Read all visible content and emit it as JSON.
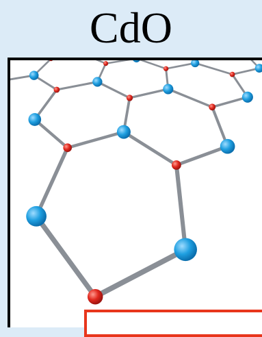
{
  "title": "CdO",
  "lattice": {
    "type": "hexagonal monolayer",
    "large_atom": "blue",
    "small_atom": "red",
    "colors": {
      "background": "#dcebf7",
      "panel": "#ffffff",
      "border": "#000000",
      "bond": "#8a8f96",
      "cd_atom": "#1f9fe0",
      "cd_atom_highlight": "#9fdcff",
      "o_atom": "#e0281e",
      "o_atom_highlight": "#ff9a8f",
      "overlay_border": "#e8361c"
    }
  }
}
